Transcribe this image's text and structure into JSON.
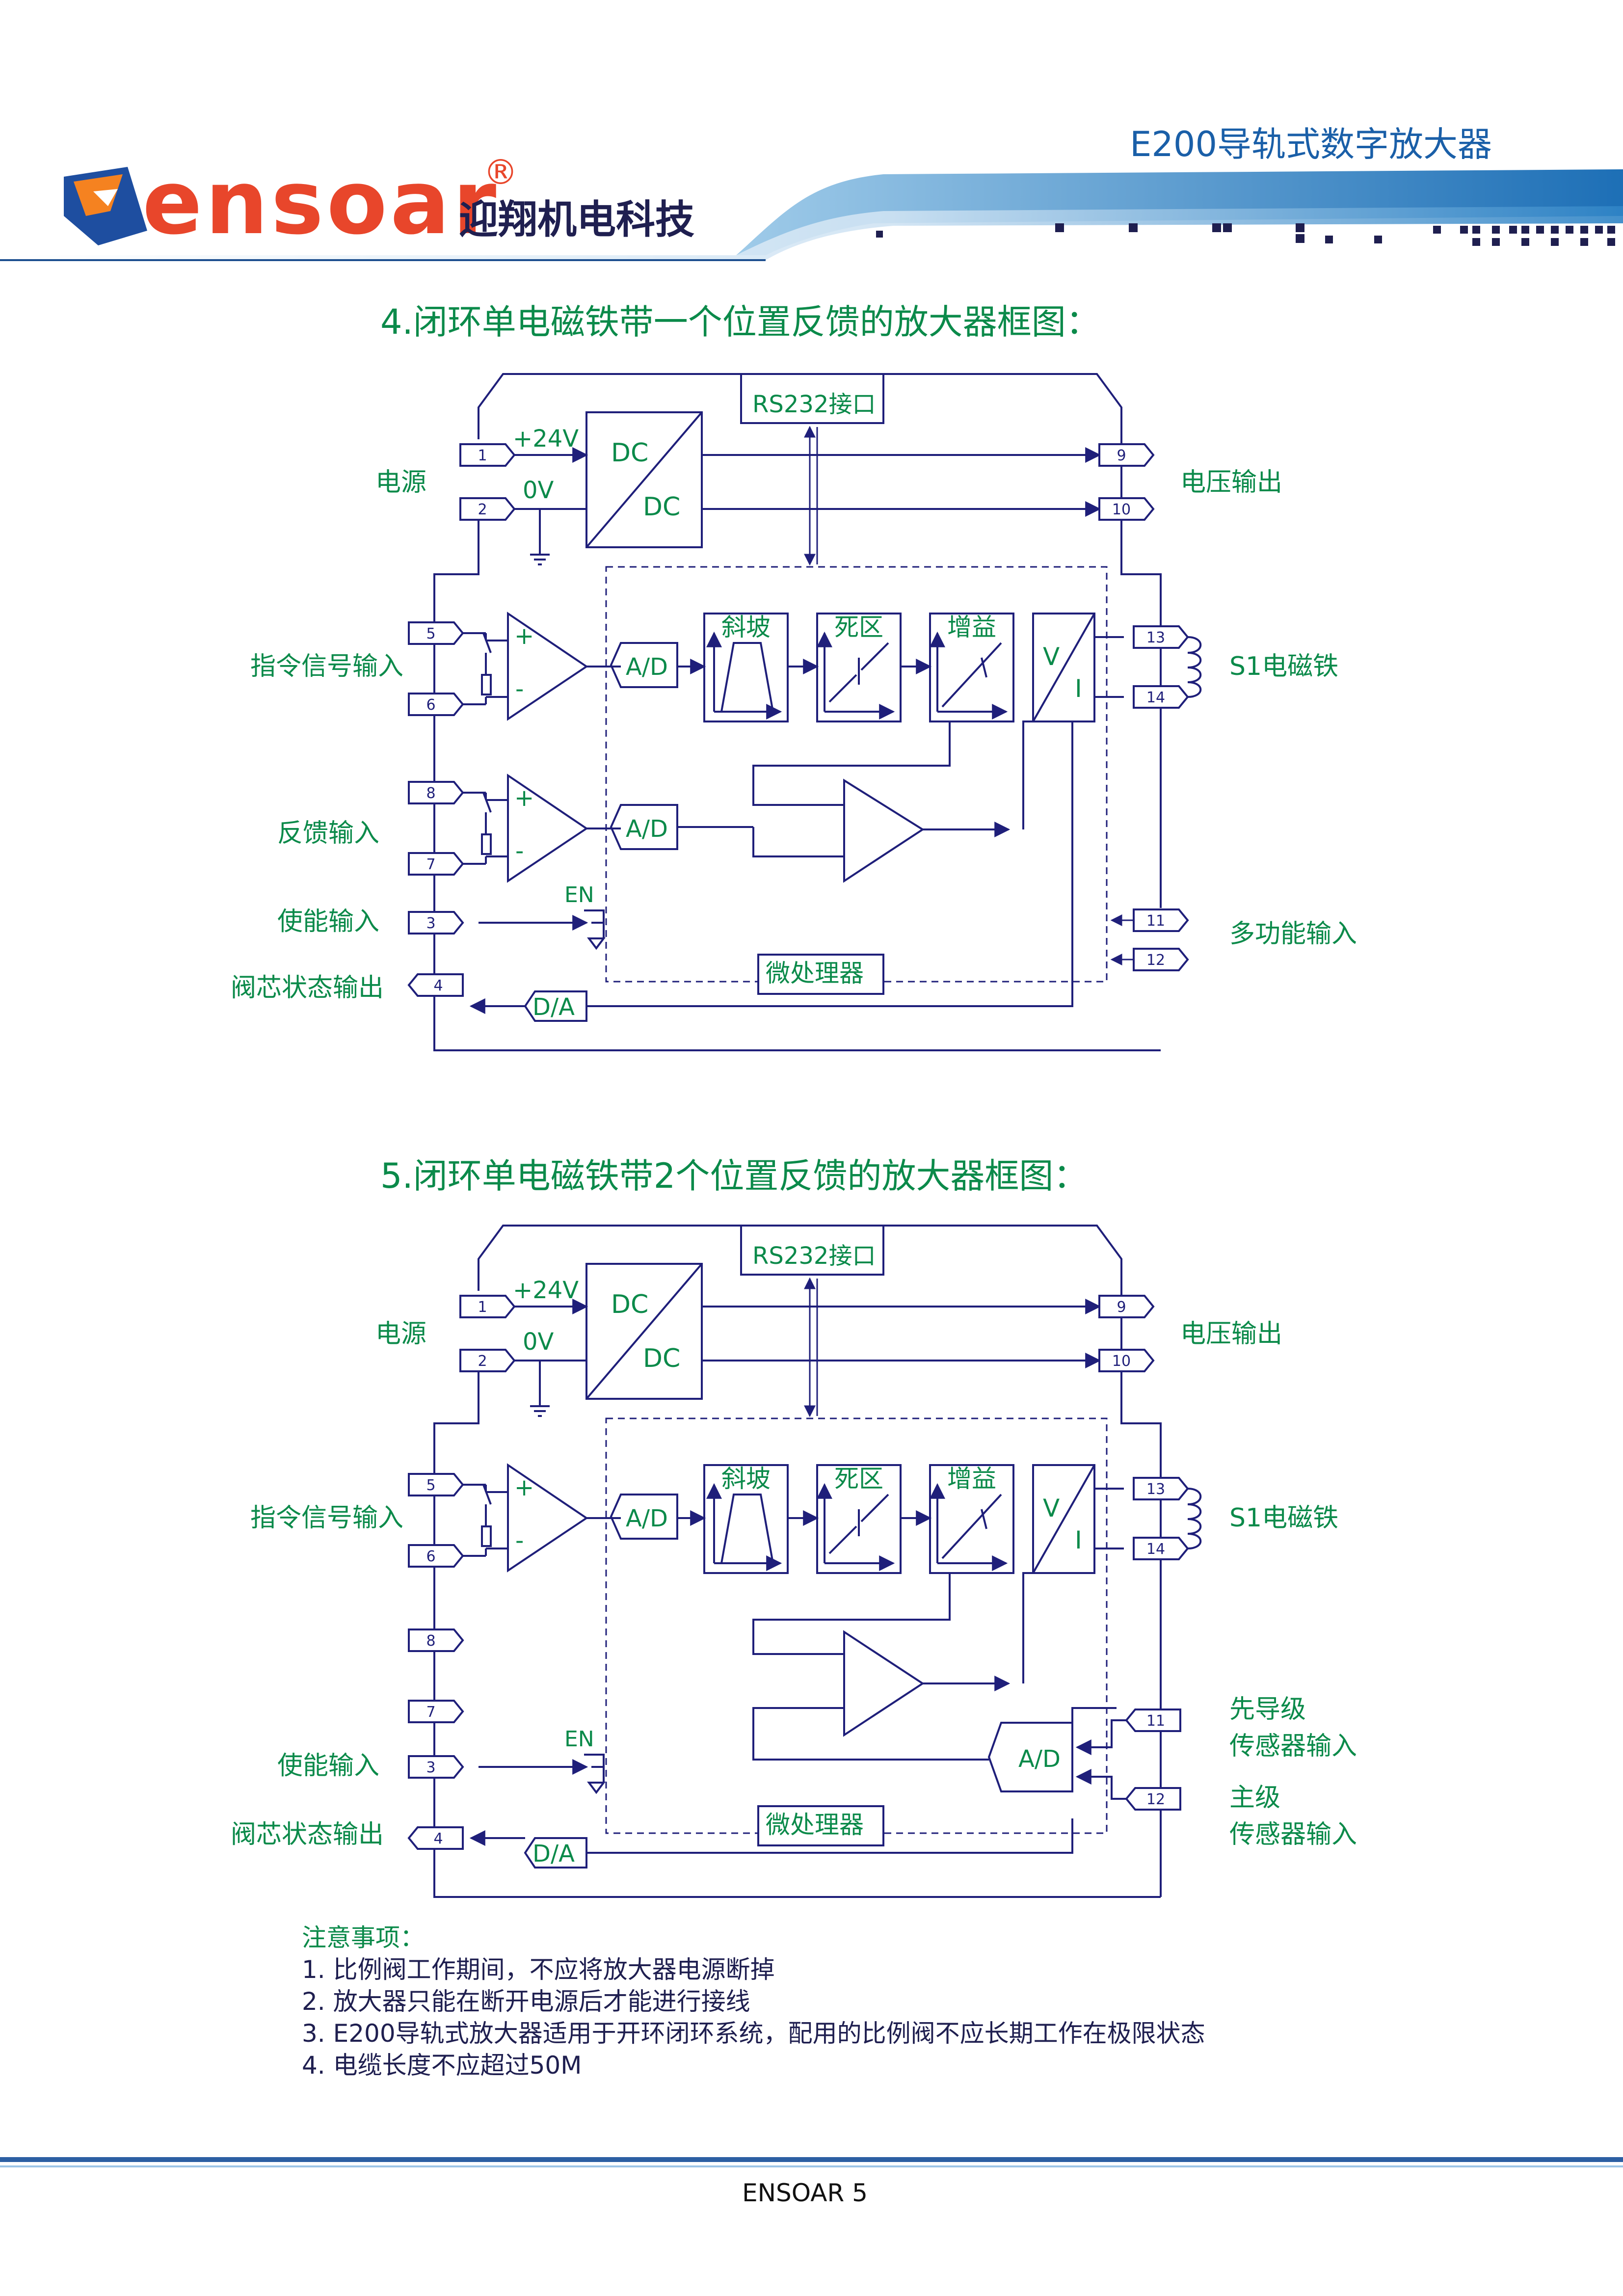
{
  "header": {
    "brand_text": "ensoar",
    "registered_mark": "®",
    "company_name": "迎翔机电科技",
    "product_title": "E200导轨式数字放大器"
  },
  "section4": {
    "title": "4.闭环单电磁铁带一个位置反馈的放大器框图：",
    "left_labels": {
      "power": "电源",
      "command": "指令信号输入",
      "feedback": "反馈输入",
      "enable": "使能输入",
      "valve_status": "阀芯状态输出"
    },
    "right_labels": {
      "voltage_out": "电压输出",
      "solenoid": "S1电磁铁",
      "multi_input": "多功能输入"
    },
    "pins": [
      "1",
      "2",
      "5",
      "6",
      "8",
      "7",
      "3",
      "4",
      "9",
      "10",
      "13",
      "14",
      "11",
      "12"
    ]
  },
  "section5": {
    "title": "5.闭环单电磁铁带2个位置反馈的放大器框图：",
    "left_labels": {
      "power": "电源",
      "command": "指令信号输入",
      "enable": "使能输入",
      "valve_status": "阀芯状态输出"
    },
    "right_labels": {
      "voltage_out": "电压输出",
      "solenoid": "S1电磁铁",
      "pilot_line1": "先导级",
      "pilot_line2": "传感器输入",
      "main_line1": "主级",
      "main_line2": "传感器输入"
    },
    "pins": [
      "1",
      "2",
      "5",
      "6",
      "8",
      "7",
      "3",
      "4",
      "9",
      "10",
      "13",
      "14",
      "11",
      "12"
    ]
  },
  "blocks": {
    "rs232": "RS232接口",
    "dc1": "DC",
    "dc2": "DC",
    "plus24v": "+24V",
    "zero_v": "0V",
    "ad": "A/D",
    "da": "D/A",
    "ramp": "斜坡",
    "deadband": "死区",
    "gain": "增益",
    "v": "V",
    "i": "I",
    "micro": "微处理器",
    "en": "EN",
    "plus": "+",
    "minus": "-"
  },
  "notes": {
    "heading": "注意事项：",
    "items": [
      "1. 比例阀工作期间，不应将放大器电源断掉",
      "2. 放大器只能在断开电源后才能进行接线",
      "3. E200导轨式放大器适用于开环闭环系统，配用的比例阀不应长期工作在极限状态",
      "4. 电缆长度不应超过50M"
    ]
  },
  "footer": {
    "page_label": "ENSOAR  5"
  },
  "colors": {
    "line": "#1f1f7a",
    "label_green": "#0b8a4a",
    "header_blue": "#1a5fa8",
    "brand_red": "#e8462b"
  }
}
